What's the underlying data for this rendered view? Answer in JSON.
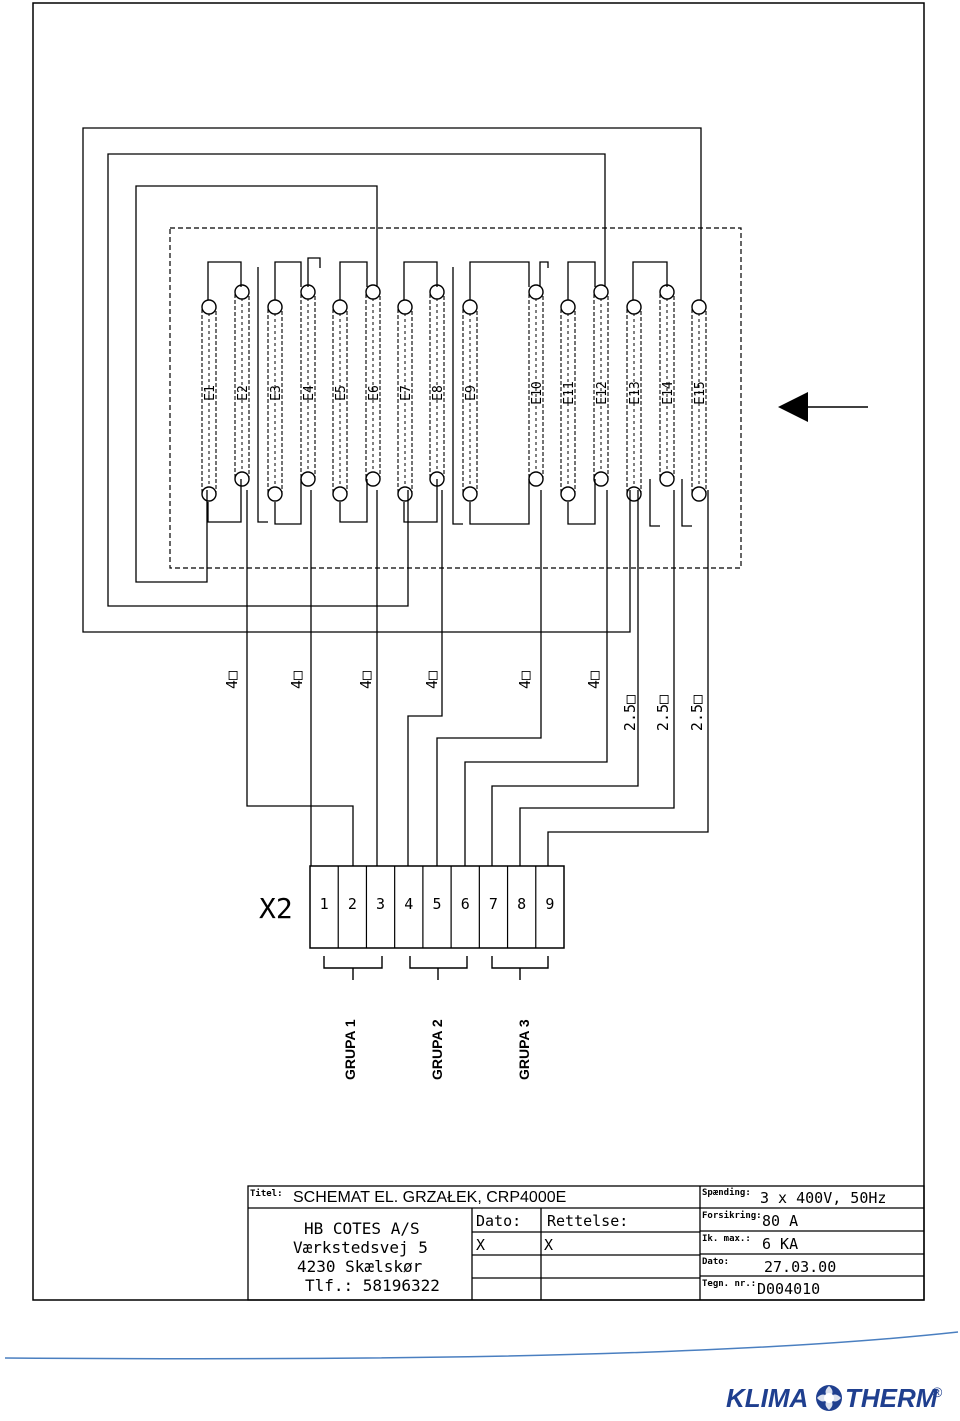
{
  "heaters": [
    "E1",
    "E2",
    "E3",
    "E4",
    "E5",
    "E6",
    "E7",
    "E8",
    "E9",
    "E10",
    "E11",
    "E12",
    "E13",
    "E14",
    "E15"
  ],
  "wire_sizes": [
    "4□",
    "4□",
    "4□",
    "4□",
    "4□",
    "4□",
    "2.5□",
    "2.5□",
    "2.5□"
  ],
  "terminal_block": {
    "label": "X2",
    "terminals": [
      "1",
      "2",
      "3",
      "4",
      "5",
      "6",
      "7",
      "8",
      "9"
    ]
  },
  "groups": [
    "GRUPA 1",
    "GRUPA 2",
    "GRUPA 3"
  ],
  "title_block": {
    "titel_label": "Titel:",
    "title": "SCHEMAT EL. GRZAŁEK, CRP4000E",
    "company_lines": [
      "HB COTES A/S",
      "Værkstedsvej 5",
      "4230   Skælskør",
      "Tlf.: 58196322"
    ],
    "dato_label": "Dato:",
    "dato_value": "X",
    "rettelse_label": "Rettelse:",
    "rettelse_value": "X",
    "spending_label": "Spænding:",
    "spending_value": "3 x 400V, 50Hz",
    "forsikring_label": "Forsikring:",
    "forsikring_value": "80 A",
    "ik_label": "Ik. max.:",
    "ik_value": "6 KA",
    "dato2_label": "Dato:",
    "dato2_value": "27.03.00",
    "tegn_label": "Tegn. nr.:",
    "tegn_value": "D004010"
  },
  "logo": {
    "left": "KLIMA",
    "right": "THERM",
    "mark": "®",
    "color": "#1f3f8f"
  }
}
